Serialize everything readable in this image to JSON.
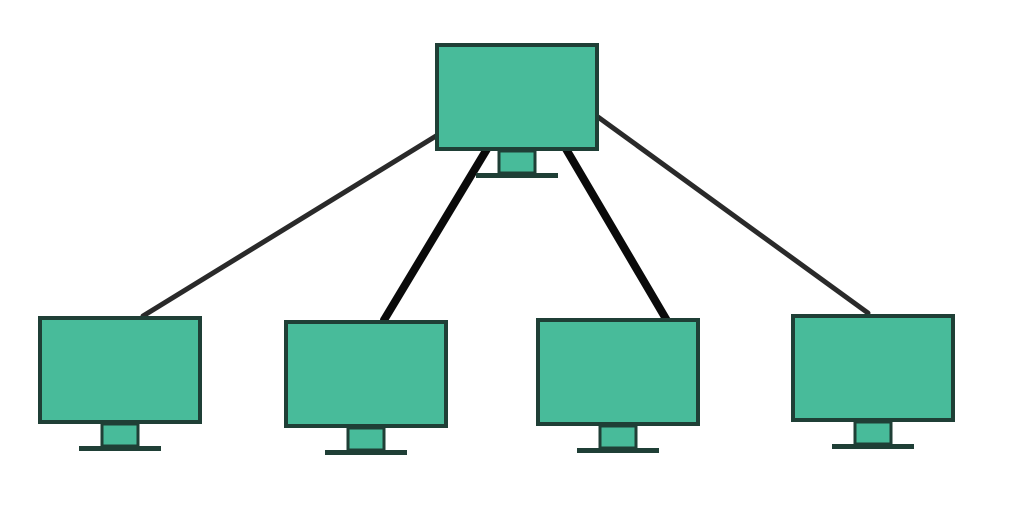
{
  "diagram": {
    "type": "network-topology",
    "colors": {
      "background": "#ffffff",
      "screen_fill": "#48bb9a",
      "outline": "#1f3f36",
      "link_thin": "#2a2a2a",
      "link_thick": "#0a0a0a"
    },
    "icons": {
      "hub": "monitor-icon",
      "node": "monitor-icon"
    },
    "hub": {
      "id": "hub"
    },
    "nodes": [
      {
        "id": "node-1"
      },
      {
        "id": "node-2"
      },
      {
        "id": "node-3"
      },
      {
        "id": "node-4"
      }
    ],
    "links": [
      {
        "from": "hub",
        "to": "node-1",
        "style": "thin"
      },
      {
        "from": "hub",
        "to": "node-2",
        "style": "thick"
      },
      {
        "from": "hub",
        "to": "node-3",
        "style": "thick"
      },
      {
        "from": "hub",
        "to": "node-4",
        "style": "thin"
      }
    ]
  }
}
